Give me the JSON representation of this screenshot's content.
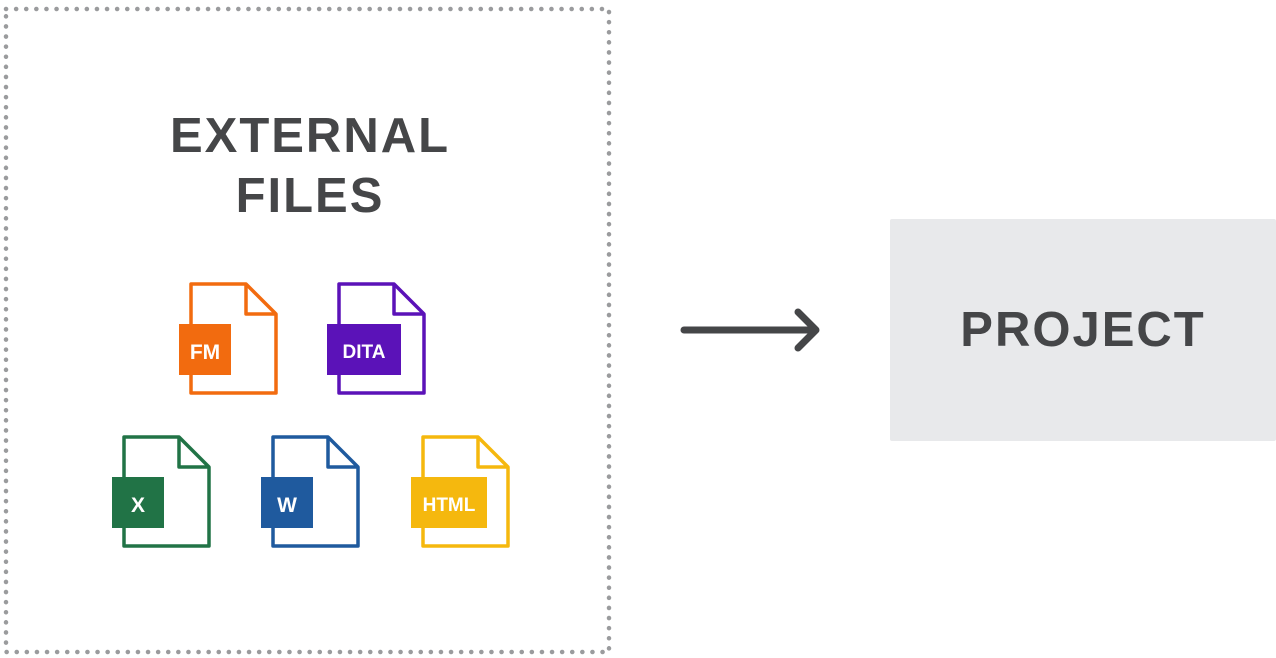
{
  "external": {
    "title_line1": "EXTERNAL",
    "title_line2": "FILES"
  },
  "files": [
    {
      "label": "FM",
      "icon": "framemaker-file-icon",
      "color": "#f26b0f"
    },
    {
      "label": "DITA",
      "icon": "dita-file-icon",
      "color": "#5b12b8"
    },
    {
      "label": "X",
      "icon": "excel-file-icon",
      "color": "#217346"
    },
    {
      "label": "W",
      "icon": "word-file-icon",
      "color": "#1f5a9e"
    },
    {
      "label": "HTML",
      "icon": "html-file-icon",
      "color": "#f5b80e"
    }
  ],
  "project": {
    "label": "PROJECT"
  },
  "colors": {
    "text": "#454648",
    "dotted_border": "#9a9b9d",
    "project_bg": "#e8e9eb",
    "arrow": "#454648"
  }
}
